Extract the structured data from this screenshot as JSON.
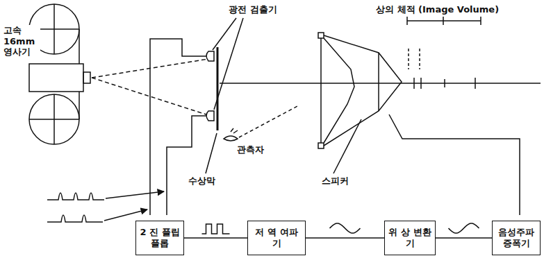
{
  "diagram": {
    "nodes": [
      {
        "text": [
          "2 진 플립플롭"
        ]
      },
      {
        "text": [
          "저 역 여파기"
        ]
      },
      {
        "text": [
          "위 상 변환기"
        ]
      },
      {
        "text": [
          "음성주파 증폭기"
        ]
      }
    ],
    "edges": [
      {
        "from": 0,
        "to": 1,
        "arrow": "none"
      },
      {
        "from": 1,
        "to": 2,
        "arrow": "none"
      },
      {
        "from": 2,
        "to": 3,
        "arrow": "none"
      }
    ],
    "labels": [
      "고속 16mm 영사기",
      "광전 검출기",
      "상의 체적 (Image Volume)",
      "관측자",
      "수상막",
      "스피커"
    ]
  }
}
